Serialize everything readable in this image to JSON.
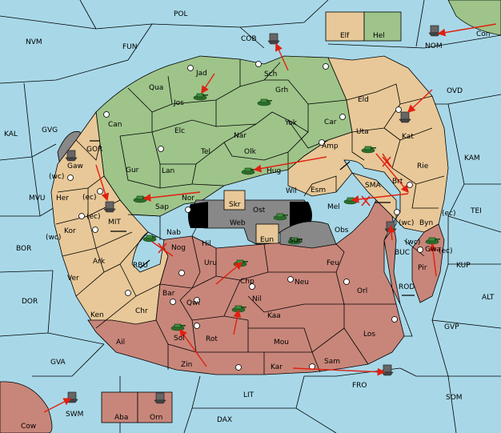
{
  "colors": {
    "sea": "#a8d8e8",
    "green_power": "#9ec48a",
    "tan_power": "#e8c898",
    "red_power": "#c8867a",
    "neutral_gray": "#888888",
    "order_arrow": "#e02010"
  },
  "sea_labels": {
    "pol": "POL",
    "cob": "COB",
    "nvm": "NVM",
    "fun": "FUN",
    "nom": "NOM",
    "ovd": "OVD",
    "kal": "KAL",
    "gvg": "GVG",
    "kam": "KAM",
    "mvu": "MVU",
    "tei": "TEI",
    "bor": "BOR",
    "kup": "KUP",
    "dor": "DOR",
    "alt": "ALT",
    "gvp": "GVP",
    "gva": "GVA",
    "fro": "FRO",
    "som": "SOM",
    "lit": "LIT",
    "swm": "SWM",
    "dax": "DAX",
    "gor": "GOR",
    "mit": "MIT",
    "rbu": "RBU",
    "sma": "SMA",
    "buc": "BUC",
    "rod": "ROD"
  },
  "land_labels": {
    "con": "Con",
    "elf": "Elf",
    "hel": "Hel",
    "jad": "Jad",
    "qua": "Qua",
    "sch": "Sch",
    "can": "Can",
    "jos": "Jos",
    "grh": "Grh",
    "eld": "Eld",
    "kat": "Kat",
    "elc": "Elc",
    "nar": "Nar",
    "yok": "Yok",
    "car": "Car",
    "uta": "Uta",
    "gaw": "Gaw",
    "tel": "Tel",
    "olk": "Olk",
    "amp": "Amp",
    "gur": "Gur",
    "lan": "Lan",
    "hug": "Hug",
    "brt": "Brt",
    "rie": "Rie",
    "her": "Her",
    "wil": "Wil",
    "esm": "Esm",
    "sap": "Sap",
    "nor": "Nor",
    "skr": "Skr",
    "ost": "Ost",
    "mel": "Mel",
    "byn": "Byn",
    "web": "Web",
    "kor": "Kor",
    "nab": "Nab",
    "obs": "Obs",
    "eun": "Eun",
    "hil": "Hil",
    "sun": "Sun",
    "gwa": "Gwa",
    "ark": "Ark",
    "nog": "Nog",
    "pir": "Pir",
    "uru": "Uru",
    "feu": "Feu",
    "ver": "Ver",
    "chp": "Chp",
    "neu": "Neu",
    "orl": "Orl",
    "bar": "Bar",
    "qwi": "Qwi",
    "nil": "Nil",
    "ken": "Ken",
    "chr": "Chr",
    "kaa": "Kaa",
    "los": "Los",
    "ail": "Ail",
    "sol": "Sol",
    "rot": "Rot",
    "mou": "Mou",
    "zin": "Zin",
    "kar": "Kar",
    "sam": "Sam",
    "cow": "Cow",
    "aba": "Aba",
    "orn": "Orn"
  },
  "coast_labels": {
    "wc1": "(wc)",
    "ec1": "(ec)",
    "ec2": "(ec)",
    "wc2": "(wc)",
    "wc3": "(wc)",
    "ec3": "(ec)",
    "wc4": "(wc)",
    "ec4": "(ec)"
  }
}
